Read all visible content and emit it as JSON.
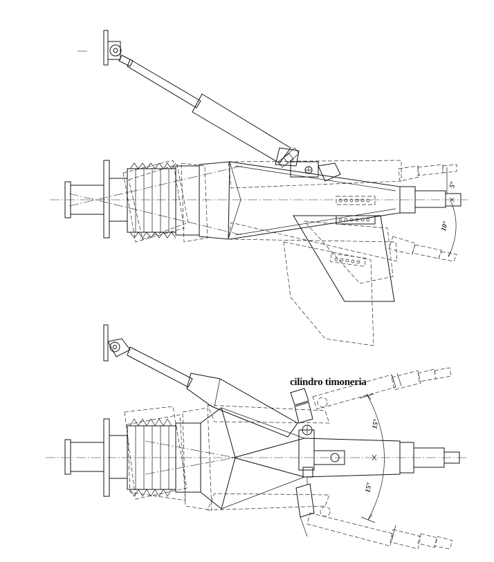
{
  "labels": {
    "steering_cylinder": "cilindro timoneria",
    "angle_5": "5°",
    "angle_10": "10°",
    "angle_15_upper": "15°",
    "angle_15_lower": "15°"
  },
  "colors": {
    "line": "#111111",
    "background": "#ffffff"
  }
}
